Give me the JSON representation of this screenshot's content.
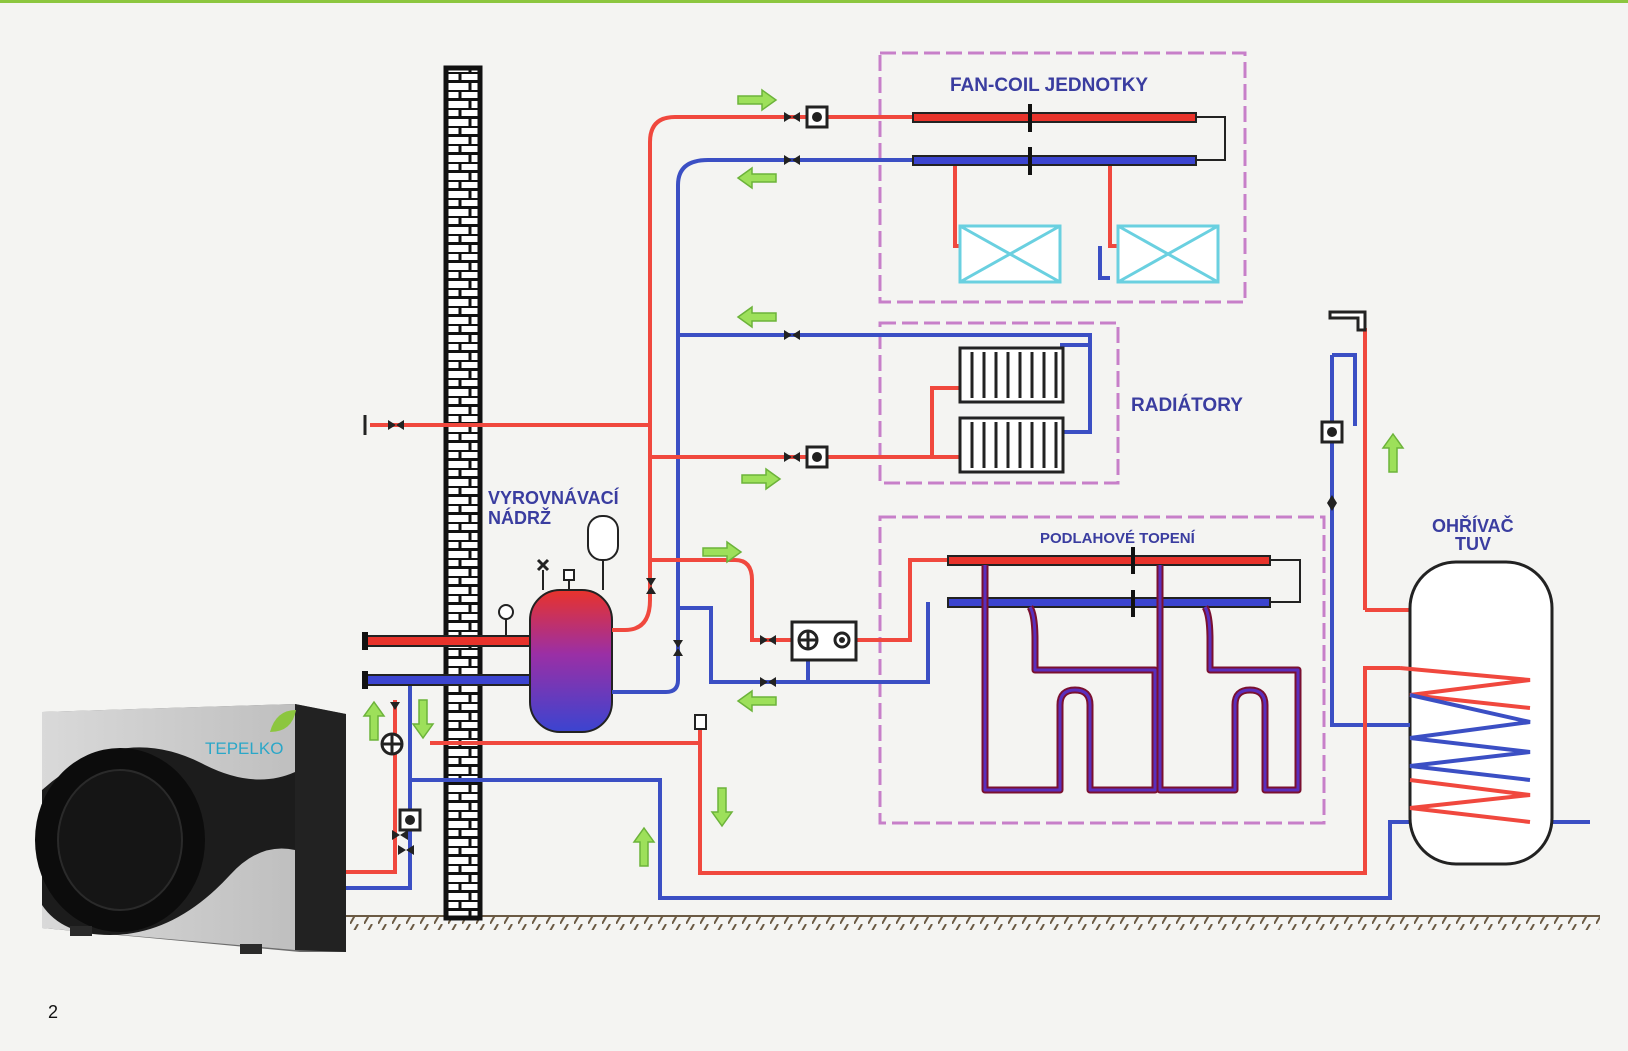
{
  "labels": {
    "fan_coil": "FAN-COIL JEDNOTKY",
    "radiators": "RADIÁTORY",
    "tank_line1": "VYROVNÁVACÍ",
    "tank_line2": "NÁDRŽ",
    "floor_heating": "PODLAHOVÉ TOPENÍ",
    "water_heater_line1": "OHŘÍVAČ",
    "water_heater_line2": "TUV"
  },
  "heat_pump": {
    "brand": "TEPELKO"
  },
  "page_number": "2",
  "colors": {
    "supply_pipe": "#f0483e",
    "return_pipe": "#3b4fc4",
    "fancoil_unit": "#6ad0e0",
    "flow_arrow": "#8ed84a",
    "zone_border": "#c77fc9",
    "label_text": "#3a3da0"
  }
}
